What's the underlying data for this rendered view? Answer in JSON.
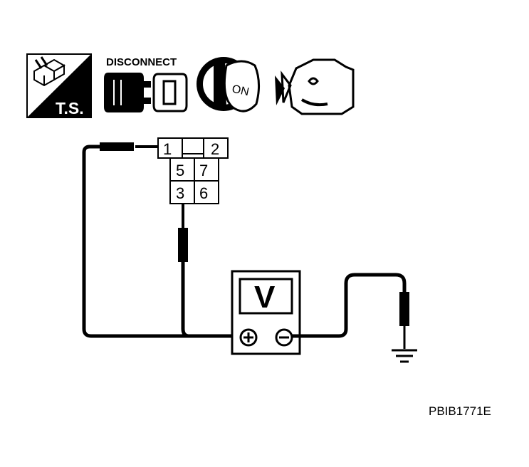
{
  "icons": {
    "trouble_shooting": {
      "label": "T.S."
    },
    "disconnect": {
      "label": "DISCONNECT"
    },
    "ignition_key": {
      "label": "ON"
    },
    "engine": {
      "label": ""
    }
  },
  "connector": {
    "pins": [
      {
        "id": "pin-1",
        "label": "1"
      },
      {
        "id": "pin-2",
        "label": "2"
      },
      {
        "id": "pin-5",
        "label": "5"
      },
      {
        "id": "pin-7",
        "label": "7"
      },
      {
        "id": "pin-3",
        "label": "3"
      },
      {
        "id": "pin-6",
        "label": "6"
      }
    ]
  },
  "meter": {
    "symbol": "V"
  },
  "figure_code": "PBIB1771E"
}
